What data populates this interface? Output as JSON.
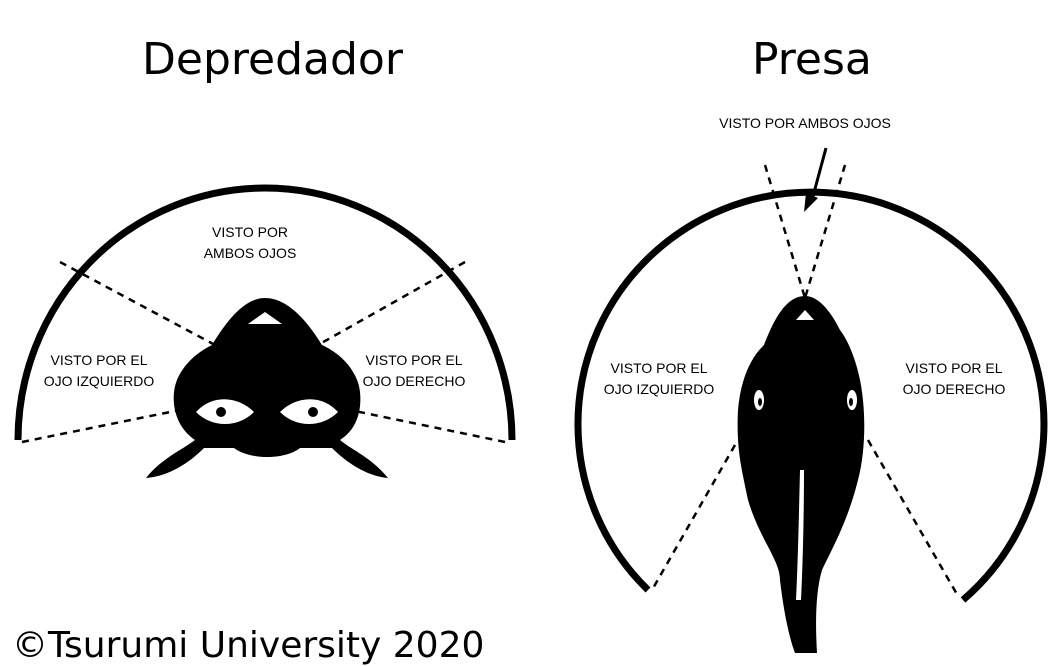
{
  "predator": {
    "title": "Depredador",
    "both_eyes": [
      "VISTO POR",
      "AMBOS OJOS"
    ],
    "left_eye": [
      "VISTO POR EL",
      "OJO IZQUIERDO"
    ],
    "right_eye": [
      "VISTO POR EL",
      "OJO DERECHO"
    ]
  },
  "prey": {
    "title": "Presa",
    "both_eyes": "VISTO POR AMBOS OJOS",
    "left_eye": [
      "VISTO POR EL",
      "OJO IZQUIERDO"
    ],
    "right_eye": [
      "VISTO POR EL",
      "OJO DERECHO"
    ]
  },
  "copyright": "©Tsurumi University 2020"
}
